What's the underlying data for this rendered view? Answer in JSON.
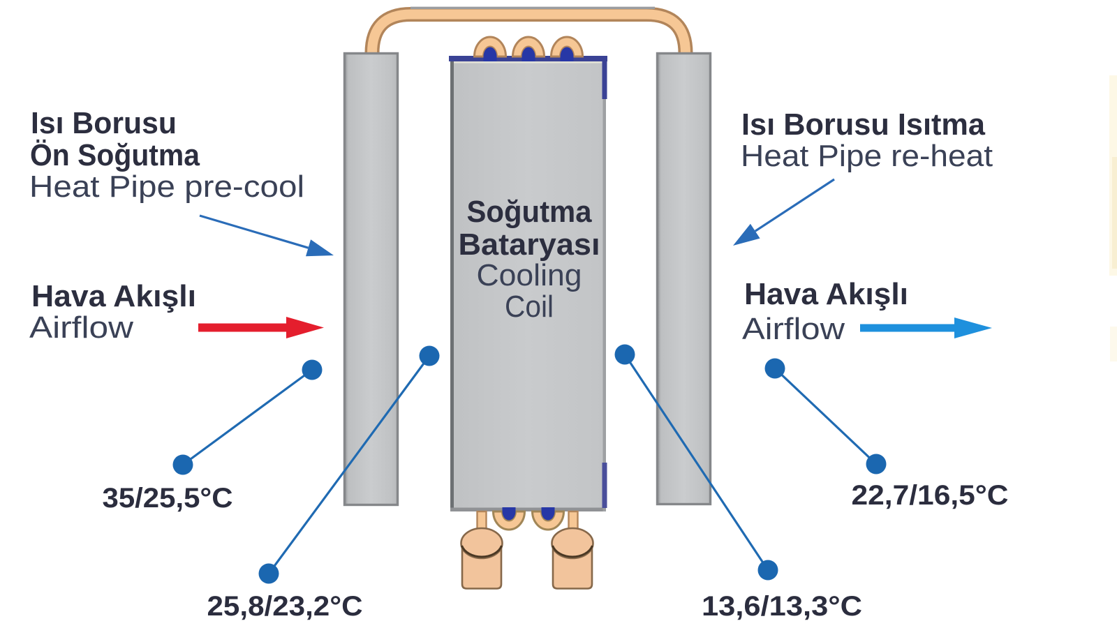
{
  "diagram": {
    "title_none": "",
    "left_heat_pipe_label": {
      "line1": "Isı Borusu",
      "line2": "Ön Soğutma",
      "line3": "Heat Pipe pre-cool"
    },
    "airflow_in_label": {
      "line1": "Hava Akışlı",
      "line2": "Airflow"
    },
    "right_heat_pipe_label": {
      "line1": "Isı Borusu Isıtma",
      "line2": "Heat Pipe re-heat"
    },
    "airflow_out_label": {
      "line1": "Hava Akışlı",
      "line2": "Airflow"
    },
    "cooling_coil_label": {
      "line1": "Soğutma",
      "line2": "Bataryası",
      "line3": "Cooling",
      "line4": "Coil"
    },
    "temperatures": {
      "inlet": "35/25,5°C",
      "after_precool": "25,8/23,2°C",
      "after_coil": "13,6/13,3°C",
      "outlet": "22,7/16,5°C"
    },
    "colors": {
      "airflow_in_arrow": "#e41e2d",
      "airflow_out_arrow": "#1e90dd",
      "annotation_blue": "#2a6cb8",
      "marker_dot_blue": "#1b67b0",
      "coil_border_navy": "#3a4295",
      "copper_fill": "#f6c795",
      "copper_outline": "#b2855a",
      "panel_gray": "#c6c8ca",
      "text_dark": "#2c2e3f"
    }
  }
}
